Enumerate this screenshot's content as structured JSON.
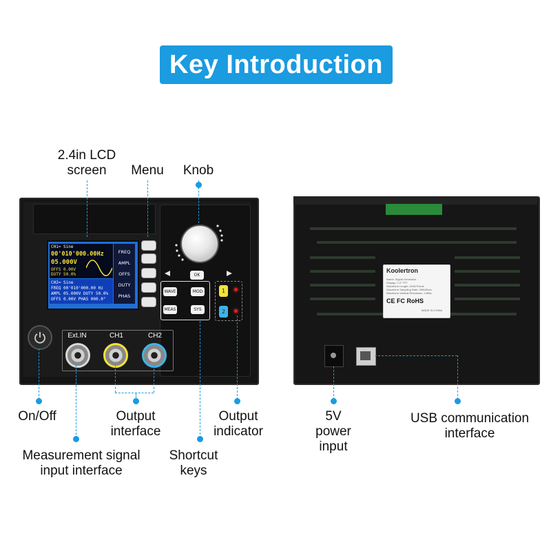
{
  "title": "Key Introduction",
  "callouts": {
    "lcd": "2.4in LCD screen",
    "menu": "Menu",
    "knob": "Knob",
    "onoff": "On/Off",
    "output_interface": "Output interface",
    "output_indicator": "Output indicator",
    "measurement": "Measurement signal input interface",
    "shortcut": "Shortcut keys",
    "power_input": "5V power input",
    "usb": "USB communication interface"
  },
  "lcd": {
    "ch1_header": "CH1= Sine",
    "ch1_freq": "00'010'000.00Hz",
    "ch1_ampl": "05.000V",
    "ch1_offs": "OFFS 0.00V",
    "ch1_duty": "DUTY 50.0%",
    "ch2_header": "CH2= Sine",
    "ch2_line1": "FREQ 00'010'000.00 Hz",
    "ch2_line2": "AMPL 05.000V DUTY 50.0%",
    "ch2_line3": "OFFS 0.00V PHAS 000.0°",
    "menu_items": [
      "FREQ",
      "AMPL",
      "OFFS",
      "DUTY",
      "PHAS"
    ]
  },
  "keys": {
    "ok": "OK",
    "wave": "WAVE",
    "mod": "MOD",
    "meas": "MEAS",
    "sys": "SYS",
    "ch1": "1",
    "ch2": "2"
  },
  "connectors": {
    "ext_in": "Ext.IN",
    "ch1": "CH1",
    "ch2": "CH2"
  },
  "sticker": {
    "brand": "Koolertron",
    "lines": [
      "Name: Signal Generator",
      "Display: 2.4\" TFT",
      "Waveform Length: 2048 Points",
      "Waveform Sampling Rate: 266MSa/s",
      "Waveform Vertical Resolution: 14Bits"
    ],
    "cert": "CE FC RoHS",
    "made": "MADE IN CHINA"
  },
  "colors": {
    "accent": "#1b9be0",
    "ch1": "#f4e23a",
    "ch2": "#3fb4e8"
  }
}
